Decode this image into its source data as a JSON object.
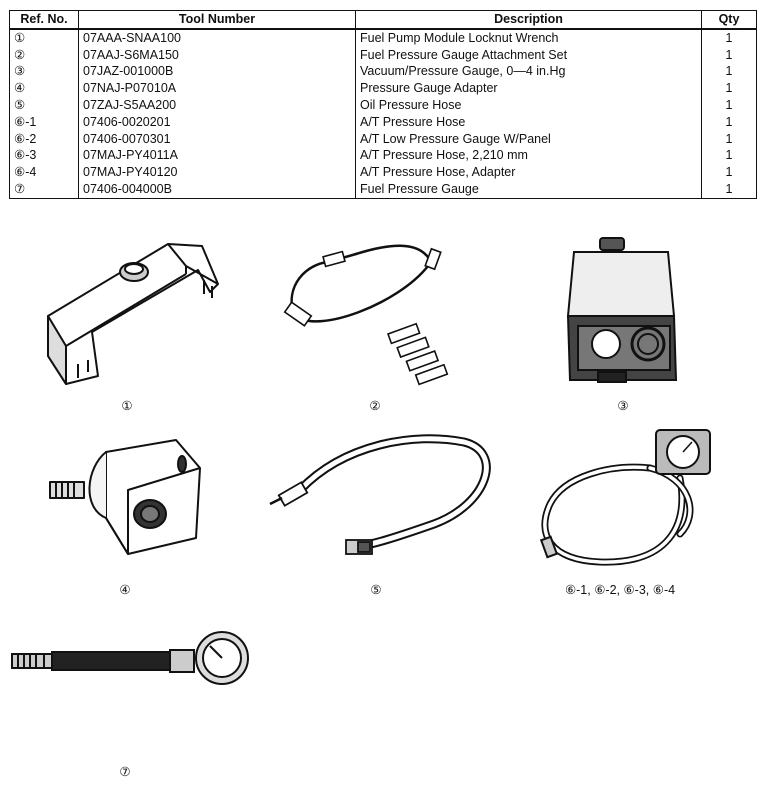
{
  "table": {
    "headers": {
      "ref": "Ref. No.",
      "tool": "Tool Number",
      "desc": "Description",
      "qty": "Qty"
    },
    "rows": [
      {
        "ref": "①",
        "tool": "07AAA-SNAA100",
        "desc": "Fuel Pump Module Locknut Wrench",
        "qty": "1"
      },
      {
        "ref": "②",
        "tool": "07AAJ-S6MA150",
        "desc": "Fuel Pressure Gauge Attachment Set",
        "qty": "1"
      },
      {
        "ref": "③",
        "tool": "07JAZ-001000B",
        "desc": "Vacuum/Pressure Gauge, 0—4 in.Hg",
        "qty": "1"
      },
      {
        "ref": "④",
        "tool": "07NAJ-P07010A",
        "desc": "Pressure Gauge Adapter",
        "qty": "1"
      },
      {
        "ref": "⑤",
        "tool": "07ZAJ-S5AA200",
        "desc": "Oil Pressure Hose",
        "qty": "1"
      },
      {
        "ref": "⑥-1",
        "tool": "07406-0020201",
        "desc": "A/T Pressure Hose",
        "qty": "1"
      },
      {
        "ref": "⑥-2",
        "tool": "07406-0070301",
        "desc": "A/T Low Pressure Gauge W/Panel",
        "qty": "1"
      },
      {
        "ref": "⑥-3",
        "tool": "07MAJ-PY4011A",
        "desc": "A/T Pressure Hose, 2,210 mm",
        "qty": "1"
      },
      {
        "ref": "⑥-4",
        "tool": "07MAJ-PY40120",
        "desc": "A/T Pressure Hose, Adapter",
        "qty": "1"
      },
      {
        "ref": "⑦",
        "tool": "07406-004000B",
        "desc": "Fuel Pressure Gauge",
        "qty": "1"
      }
    ]
  },
  "figures": {
    "fig1": {
      "caption": "①",
      "icon": "locknut-wrench-icon"
    },
    "fig2": {
      "caption": "②",
      "icon": "gauge-attachment-set-icon"
    },
    "fig3": {
      "caption": "③",
      "icon": "gauge-case-icon"
    },
    "fig4": {
      "caption": "④",
      "icon": "gauge-adapter-icon"
    },
    "fig5": {
      "caption": "⑤",
      "icon": "oil-pressure-hose-icon"
    },
    "fig6": {
      "caption": "⑥-1, ⑥-2, ⑥-3, ⑥-4",
      "icon": "at-gauge-panel-icon"
    },
    "fig7": {
      "caption": "⑦",
      "icon": "fuel-pressure-gauge-icon"
    }
  }
}
